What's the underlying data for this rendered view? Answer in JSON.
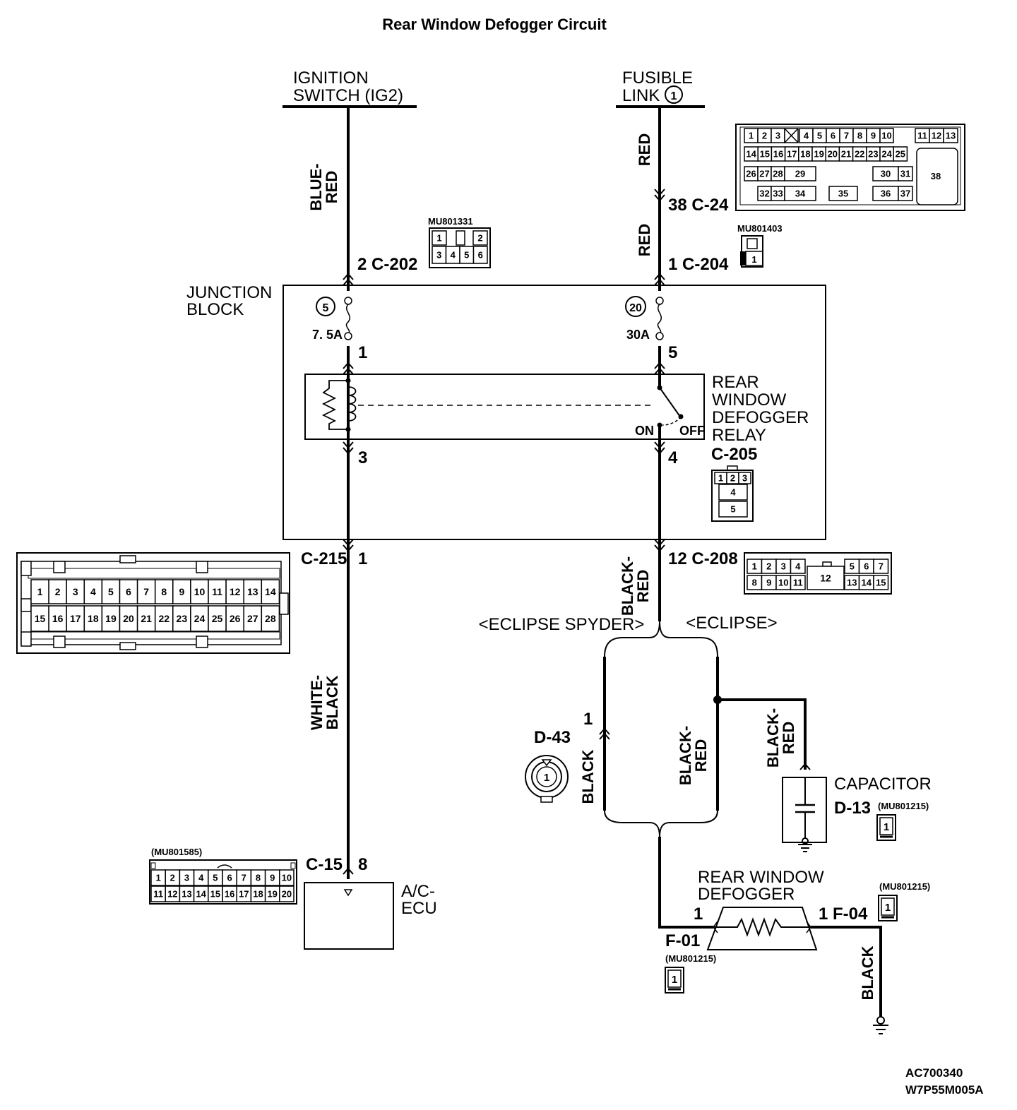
{
  "title": "Rear Window Defogger Circuit",
  "footer": {
    "code1": "AC700340",
    "code2": "W7P55M005A"
  },
  "sources": {
    "ignition": [
      "IGNITION",
      "SWITCH (IG2)"
    ],
    "fusible": [
      "FUSIBLE",
      "LINK"
    ],
    "fusible_num": "1"
  },
  "wires": {
    "blue_red": [
      "BLUE-",
      "RED"
    ],
    "red_a": "RED",
    "red_b": "RED",
    "white_black": [
      "WHITE-",
      "BLACK"
    ],
    "black_red_main": [
      "BLACK-",
      "RED"
    ],
    "black_d43": "BLACK",
    "black_red_eclipse": [
      "BLACK-",
      "RED"
    ],
    "black_red_cap": [
      "BLACK-",
      "RED"
    ],
    "black_ground": "BLACK"
  },
  "connectors": {
    "c202": "2  C-202",
    "c24": "38  C-24",
    "c204": "1  C-204",
    "c205": "C-205",
    "c215": "C-215",
    "c215_pin": "1",
    "c208": "12  C-208",
    "c15": "C-15",
    "c15_pin": "8",
    "d43": "D-43",
    "d43_pin": "1",
    "d13": "D-13",
    "f01": "F-01",
    "f01_pin": "1",
    "f04": "1  F-04"
  },
  "part_numbers": {
    "c202": "MU801331",
    "c204": "MU801403",
    "c15": "(MU801585)",
    "d13": "(MU801215)",
    "f04": "(MU801215)",
    "f01": "(MU801215)"
  },
  "junction_block": {
    "label": [
      "JUNCTION",
      "BLOCK"
    ],
    "fuse5_num": "5",
    "fuse5_rating": "7. 5A",
    "fuse20_num": "20",
    "fuse20_rating": "30A",
    "pin1": "1",
    "pin5": "5",
    "pin3": "3",
    "pin4": "4",
    "relay_label": [
      "REAR",
      "WINDOW",
      "DEFOGGER",
      "RELAY"
    ],
    "on": "ON",
    "off": "OFF"
  },
  "variants": {
    "spyder": "<ECLIPSE SPYDER>",
    "eclipse": "<ECLIPSE>"
  },
  "components": {
    "capacitor": "CAPACITOR",
    "ac_ecu": [
      "A/C-",
      "ECU"
    ],
    "defogger": [
      "REAR WINDOW",
      "DEFOGGER"
    ]
  },
  "pinouts": {
    "c24_row1": [
      "1",
      "2",
      "3",
      "4",
      "5",
      "6",
      "7",
      "8",
      "9",
      "10",
      "11",
      "12",
      "13"
    ],
    "c24_row2": [
      "14",
      "15",
      "16",
      "17",
      "18",
      "19",
      "20",
      "21",
      "22",
      "23",
      "24",
      "25"
    ],
    "c24_row3": [
      "26",
      "27",
      "28",
      "29",
      "30",
      "31"
    ],
    "c24_row4": [
      "32",
      "33",
      "34",
      "35",
      "36",
      "37"
    ],
    "c24_big": "38",
    "c202_row1": [
      "1",
      "2"
    ],
    "c202_row2": [
      "3",
      "4",
      "5",
      "6"
    ],
    "c204_pin": "1",
    "c205_row1": [
      "1",
      "2",
      "3"
    ],
    "c205_mid": [
      "4",
      "5"
    ],
    "c208_row1": [
      "1",
      "2",
      "3",
      "4",
      "5",
      "6",
      "7"
    ],
    "c208_row2": [
      "8",
      "9",
      "10",
      "11",
      "13",
      "14",
      "15"
    ],
    "c208_big": "12",
    "c215_row1": [
      "1",
      "2",
      "3",
      "4",
      "5",
      "6",
      "7",
      "8",
      "9",
      "10",
      "11",
      "12",
      "13",
      "14"
    ],
    "c215_row2": [
      "15",
      "16",
      "17",
      "18",
      "19",
      "20",
      "21",
      "22",
      "23",
      "24",
      "25",
      "26",
      "27",
      "28"
    ],
    "c15_row1": [
      "1",
      "2",
      "3",
      "4",
      "5",
      "6",
      "7",
      "8",
      "9",
      "10"
    ],
    "c15_row2": [
      "11",
      "12",
      "13",
      "14",
      "15",
      "16",
      "17",
      "18",
      "19",
      "20"
    ],
    "d43_pin": "1",
    "d13_pin": "1",
    "f04_pin": "1",
    "f01_pin": "1"
  }
}
